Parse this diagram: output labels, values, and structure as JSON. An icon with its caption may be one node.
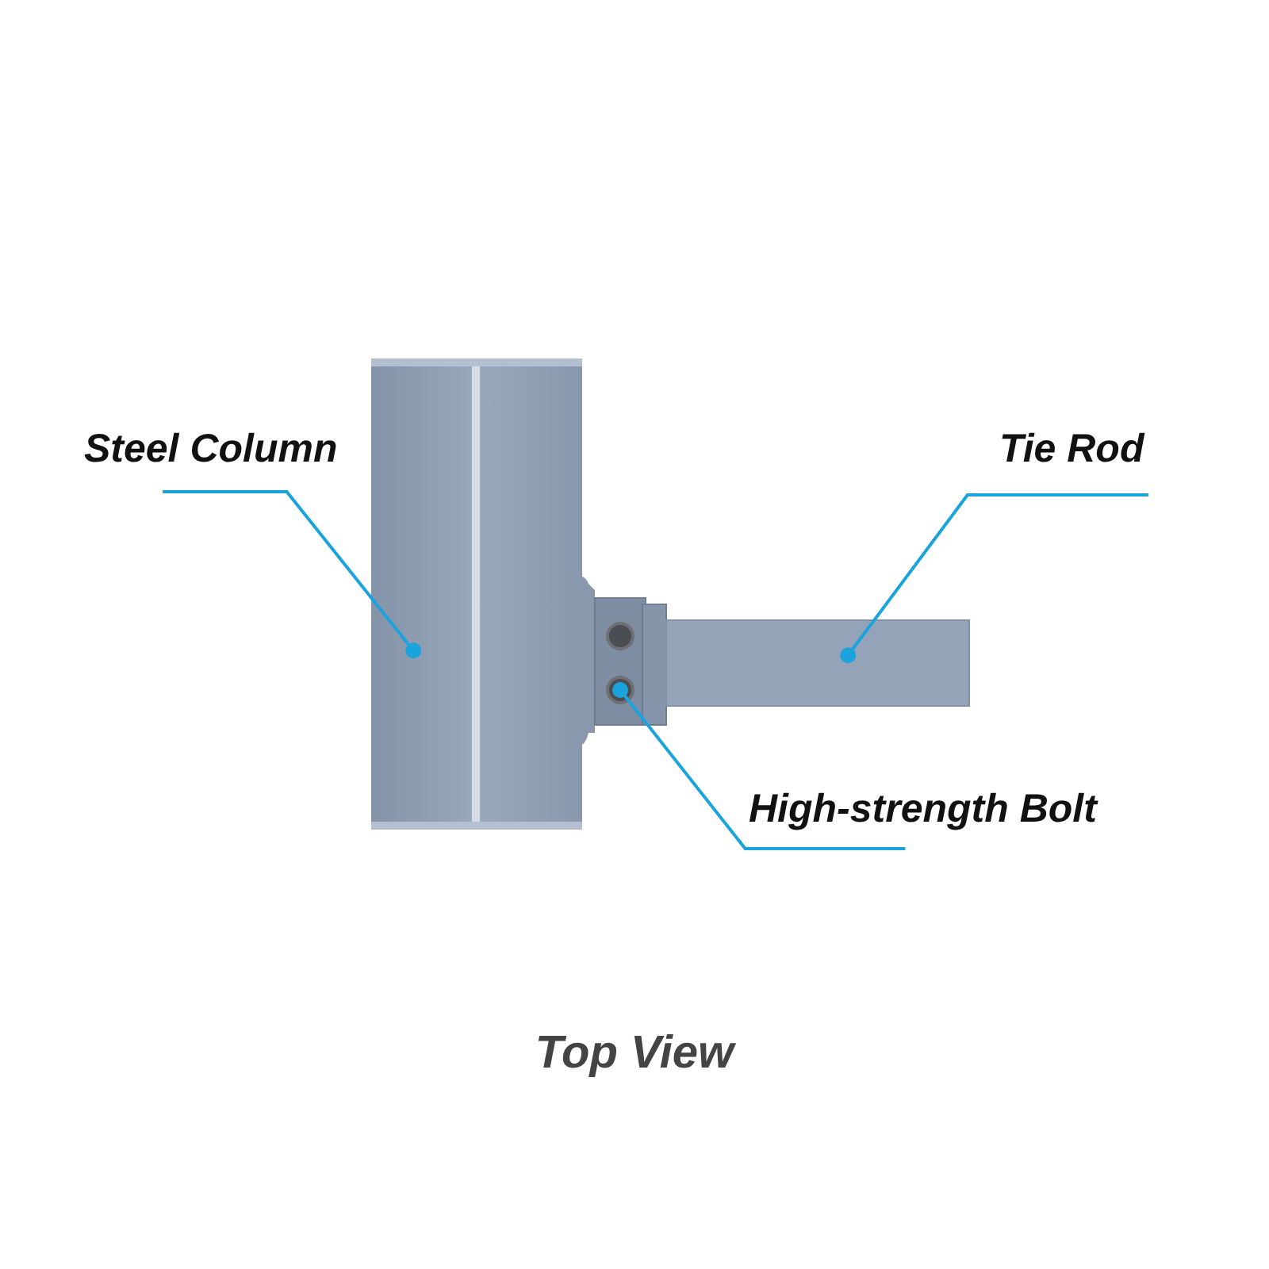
{
  "diagram": {
    "caption": "Top View",
    "nodes": [
      {
        "text": [
          "Steel Column"
        ]
      },
      {
        "text": [
          "Tie Rod"
        ]
      },
      {
        "text": [
          "High-strength Bolt"
        ]
      },
      {
        "text": [],
        "shape": "picture"
      },
      {
        "text": [],
        "shape": "box"
      },
      {
        "text": [],
        "shape": "circle"
      }
    ],
    "edges": [
      {
        "from": 0,
        "to": 3,
        "arrow": "other"
      },
      {
        "from": 1,
        "to": 4,
        "arrow": "other"
      },
      {
        "from": 2,
        "to": 5,
        "arrow": "other"
      }
    ]
  }
}
